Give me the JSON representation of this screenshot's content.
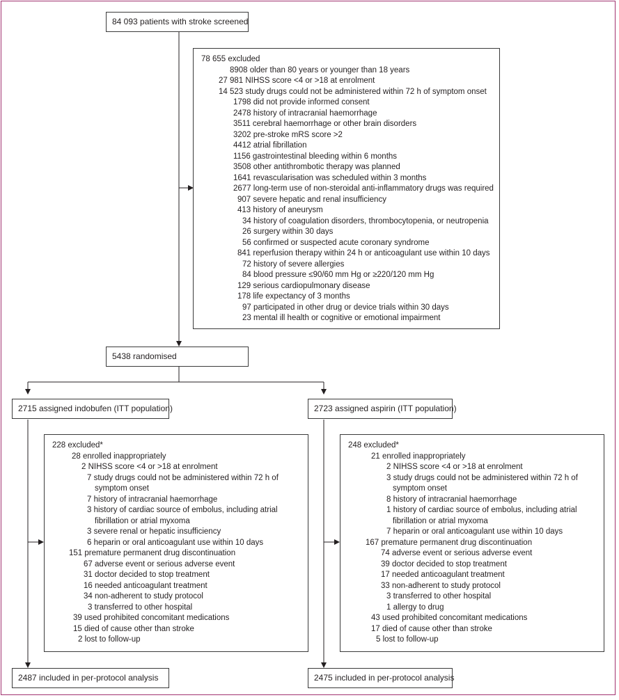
{
  "screened": "84 093 patients with stroke screened",
  "excluded_main": {
    "header": "78 655 excluded",
    "items": [
      "8908 older than 80 years or younger than 18 years",
      "27 981 NIHSS score <4 or >18 at enrolment",
      "14 523 study drugs could not be administered within 72 h of symptom onset",
      "1798 did not provide informed consent",
      "2478 history of intracranial haemorrhage",
      "3511 cerebral haemorrhage or other brain disorders",
      "3202 pre-stroke mRS score >2",
      "4412 atrial fibrillation",
      "1156 gastrointestinal bleeding within 6 months",
      "3508 other antithrombotic therapy was planned",
      "1641 revascularisation was scheduled within 3 months",
      "2677 long-term use of non-steroidal anti-inflammatory drugs was required",
      "907 severe hepatic and renal insufficiency",
      "413 history of aneurysm",
      "34 history of coagulation disorders, thrombocytopenia, or neutropenia",
      "26 surgery within 30 days",
      "56 confirmed or suspected acute coronary syndrome",
      "841 reperfusion therapy within 24 h or anticoagulant use within 10 days",
      "72 history of severe allergies",
      "84 blood pressure ≤90/60 mm Hg or ≥220/120 mm Hg",
      "129 serious cardiopulmonary disease",
      "178 life expectancy of 3 months",
      "97 participated in other drug or device trials within 30 days",
      "23 mental ill health or cognitive or emotional impairment"
    ]
  },
  "randomised": "5438 randomised",
  "left_arm": {
    "assigned": "2715 assigned indobufen (ITT population)",
    "excluded_header": "228 excluded*",
    "items": [
      "28 enrolled inappropriately",
      "2 NIHSS score <4 or >18 at enrolment",
      "7 study drugs could not be administered within 72 h of",
      "symptom onset",
      "7 history of intracranial haemorrhage",
      "3 history of cardiac source of embolus, including atrial",
      "fibrillation or atrial myxoma",
      "3 severe renal or hepatic insufficiency",
      "6 heparin or oral anticoagulant use within 10 days",
      "151 premature permanent drug discontinuation",
      "67 adverse event or serious adverse event",
      "31 doctor decided to stop treatment",
      "16 needed anticoagulant treatment",
      "34 non-adherent to study protocol",
      "3 transferred to other hospital",
      "39 used prohibited concomitant medications",
      "15 died of cause other than stroke",
      "2 lost to follow-up"
    ],
    "per_protocol": "2487 included in per-protocol analysis"
  },
  "right_arm": {
    "assigned": "2723 assigned aspirin (ITT population)",
    "excluded_header": "248 excluded*",
    "items": [
      "21 enrolled inappropriately",
      "2 NIHSS score <4 or >18 at enrolment",
      "3 study drugs could not be administered within 72 h of",
      "symptom onset",
      "8 history of intracranial haemorrhage",
      "1 history of cardiac source of embolus, including atrial",
      "fibrillation or atrial myxoma",
      "7 heparin or oral anticoagulant use within 10 days",
      "167 premature permanent drug discontinuation",
      "74 adverse event or serious adverse event",
      "39 doctor decided to stop treatment",
      "17 needed anticoagulant treatment",
      "33 non-adherent to study protocol",
      "3 transferred to other hospital",
      "1 allergy to drug",
      "43 used prohibited concomitant medications",
      "17 died of cause other than stroke",
      "5 lost to follow-up"
    ],
    "per_protocol": "2475 included in per-protocol analysis"
  },
  "colors": {
    "frame": "#a1326f",
    "line": "#231f20"
  }
}
